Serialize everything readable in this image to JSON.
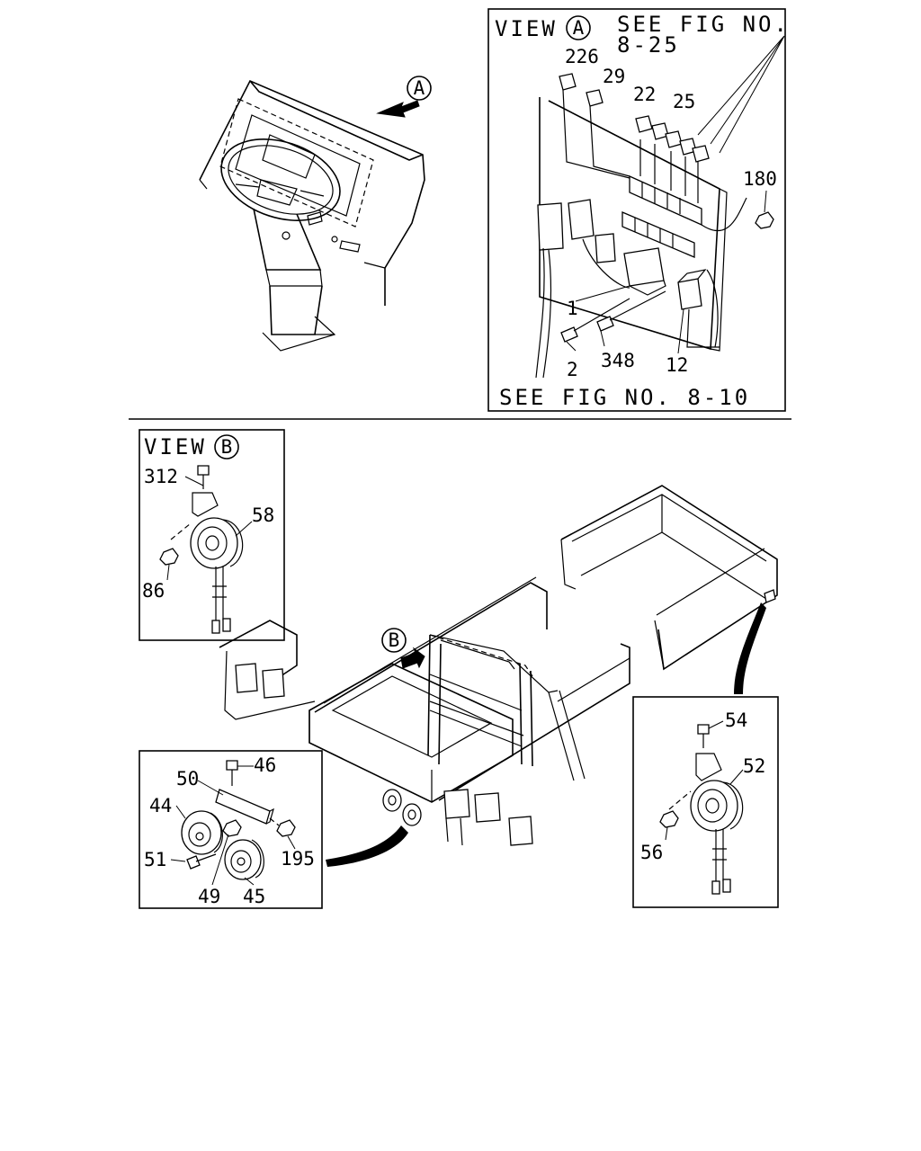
{
  "view_a": {
    "title": "VIEW",
    "marker": "A",
    "see_top_line1": "SEE FIG NO.",
    "see_top_line2": "8-25",
    "see_bottom": "SEE FIG NO. 8-10",
    "parts": [
      "226",
      "29",
      "22",
      "25",
      "180",
      "1",
      "2",
      "348",
      "12"
    ]
  },
  "view_b": {
    "title": "VIEW",
    "marker": "B",
    "parts": [
      "312",
      "58",
      "86"
    ]
  },
  "main_markers": {
    "a": "A",
    "b": "B"
  },
  "horn_detail": {
    "parts": [
      "46",
      "50",
      "44",
      "51",
      "49",
      "45",
      "195"
    ]
  },
  "right_detail": {
    "parts": [
      "54",
      "52",
      "56"
    ]
  }
}
